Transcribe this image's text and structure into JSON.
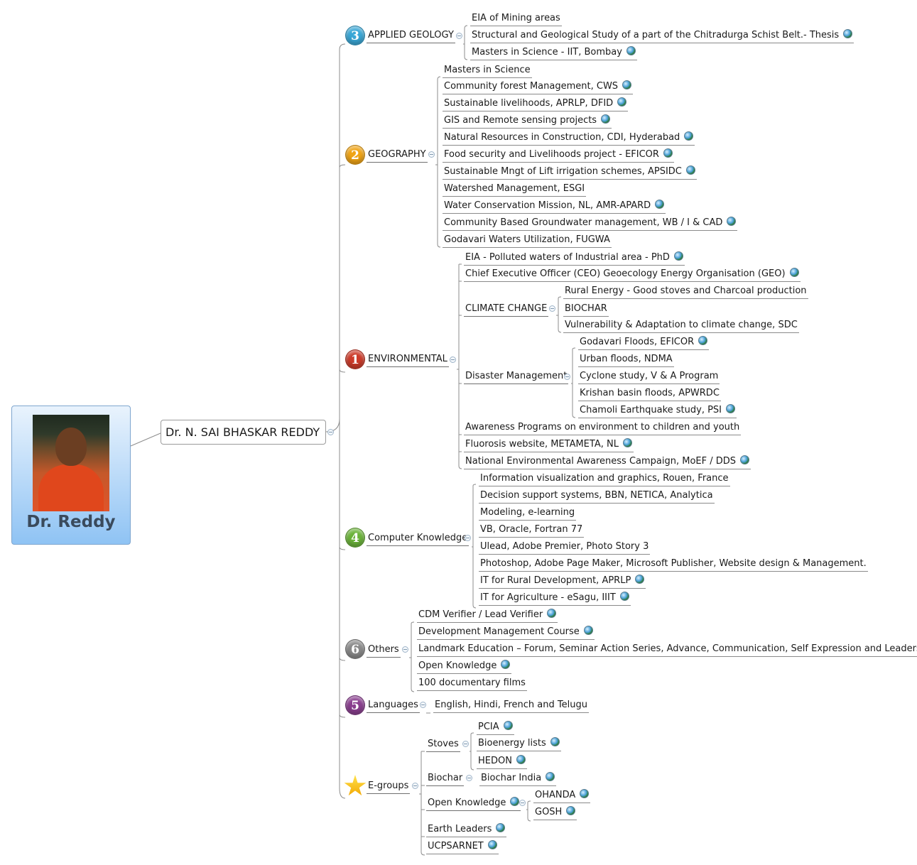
{
  "root": {
    "name": "Dr. Reddy"
  },
  "central": {
    "title": "Dr. N. SAI BHASKAR REDDY"
  },
  "colors": {
    "applied": "#3aa7d6",
    "geography": "#f0a415",
    "environmental": "#cc3b2a",
    "computer": "#6bb33a",
    "others": "#8a8a8a",
    "languages": "#8a3f8f",
    "star": "#f5c400"
  },
  "branches": {
    "applied": {
      "marker": "3",
      "label": "APPLIED GEOLOGY",
      "items": [
        "EIA of Mining areas",
        "Structural and Geological Study of a part of the Chitradurga Schist Belt.- Thesis",
        "Masters in Science - IIT, Bombay"
      ]
    },
    "geography": {
      "marker": "2",
      "label": "GEOGRAPHY",
      "items": [
        "Masters in Science",
        "Community forest Management, CWS",
        "Sustainable livelihoods, APRLP, DFID",
        "GIS and Remote sensing projects",
        "Natural Resources in Construction, CDI, Hyderabad",
        "Food security and Livelihoods project - EFICOR",
        "Sustainable Mngt of Lift irrigation schemes, APSIDC",
        "Watershed Management, ESGI",
        "Water Conservation Mission, NL, AMR-APARD",
        "Community Based Groundwater management, WB / I & CAD",
        "Godavari Waters Utilization, FUGWA"
      ]
    },
    "environmental": {
      "marker": "1",
      "label": "ENVIRONMENTAL",
      "items": [
        "EIA - Polluted waters of Industrial area - PhD",
        "Chief Executive Officer (CEO) Geoecology Energy Organisation (GEO)",
        "Awareness Programs on environment to children and youth",
        "Fluorosis website, METAMETA, NL",
        "National Environmental Awareness Campaign, MoEF / DDS"
      ],
      "climate": {
        "label": "CLIMATE CHANGE",
        "items": [
          "Rural Energy - Good stoves and Charcoal production",
          "BIOCHAR",
          "Vulnerability & Adaptation to climate change, SDC"
        ]
      },
      "disaster": {
        "label": "Disaster Management",
        "items": [
          "Godavari Floods, EFICOR",
          "Urban floods, NDMA",
          "Cyclone study, V & A Program",
          "Krishan basin floods, APWRDC",
          "Chamoli Earthquake study, PSI"
        ]
      }
    },
    "computer": {
      "marker": "4",
      "label": "Computer Knowledge",
      "items": [
        "Information visualization and graphics, Rouen, France",
        "Decision support systems, BBN, NETICA, Analytica",
        "Modeling, e-learning",
        "VB, Oracle, Fortran 77",
        "Ulead, Adobe Premier, Photo Story 3",
        "Photoshop, Adobe Page Maker, Microsoft Publisher, Website design & Management.",
        "IT for Rural Development, APRLP",
        "IT for Agriculture - eSagu, IIIT"
      ]
    },
    "others": {
      "marker": "6",
      "label": "Others",
      "items": [
        "CDM Verifier / Lead Verifier",
        "Development Management Course",
        "Landmark Education – Forum, Seminar Action Series, Advance, Communication, Self Expression and Leadership",
        "Open Knowledge",
        "100 documentary films"
      ]
    },
    "languages": {
      "marker": "5",
      "label": "Languages",
      "items": [
        "English, Hindi, French and Telugu"
      ]
    },
    "egroups": {
      "label": "E-groups",
      "stoves": {
        "label": "Stoves",
        "items": [
          "PCIA",
          "Bioenergy lists",
          "HEDON"
        ]
      },
      "biochar": {
        "label": "Biochar",
        "items": [
          "Biochar India"
        ]
      },
      "open": {
        "label": "Open Knowledge",
        "items": [
          "OHANDA",
          "GOSH"
        ]
      },
      "items": [
        "Earth Leaders",
        "UCPSARNET"
      ]
    }
  }
}
